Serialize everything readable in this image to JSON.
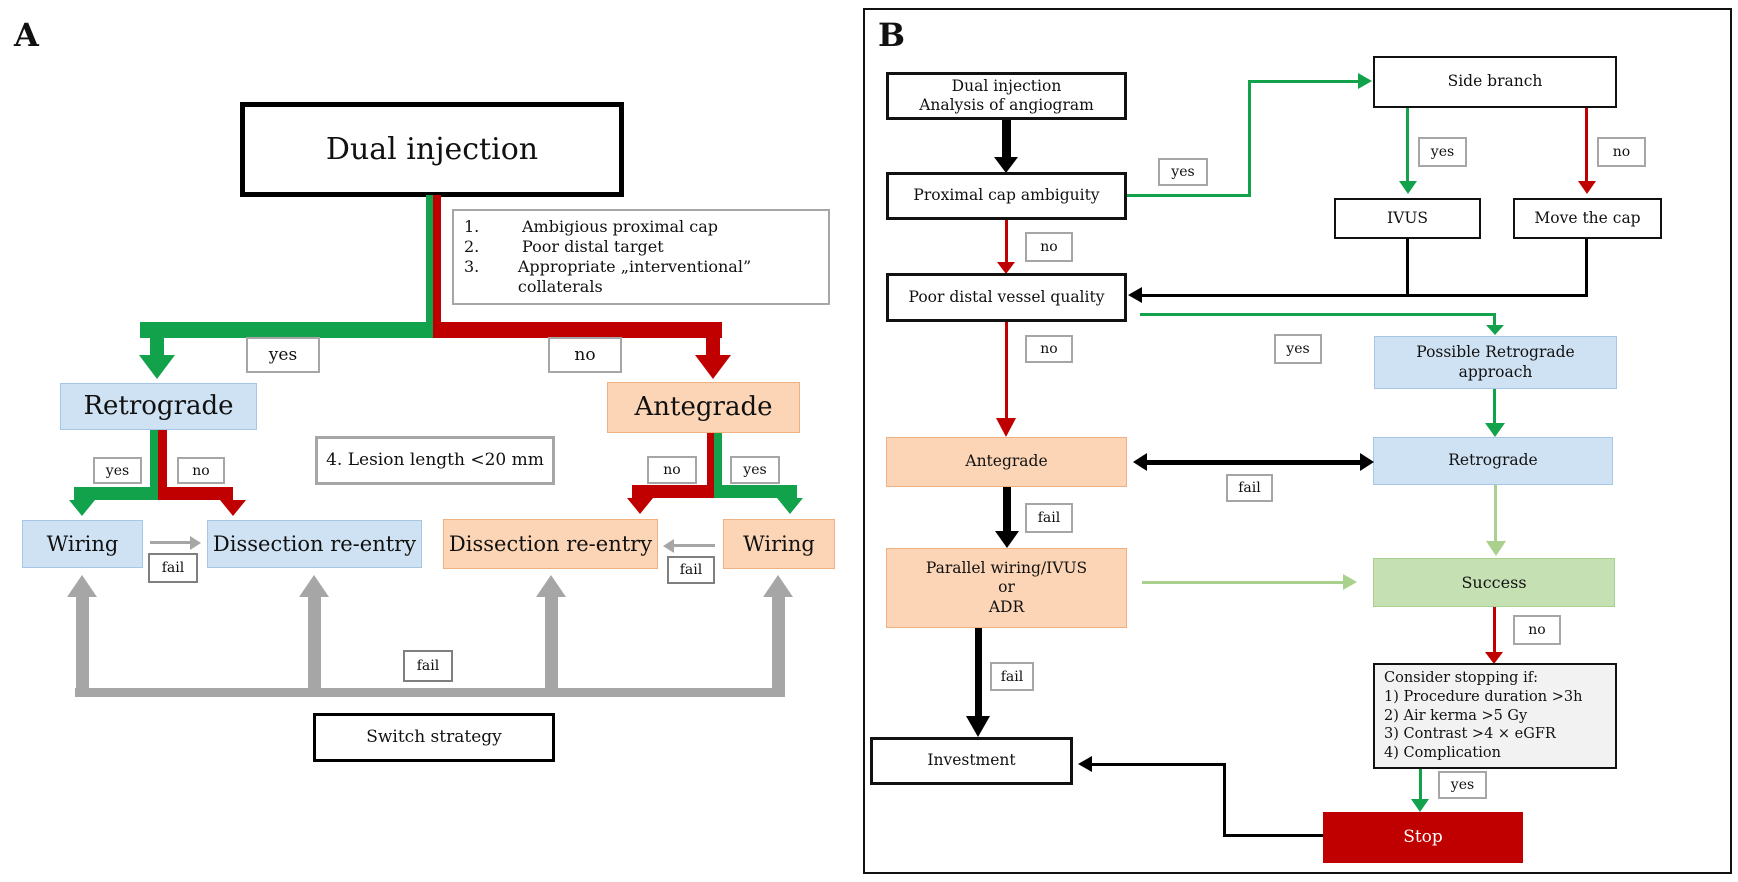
{
  "labels": {
    "yes": "yes",
    "no": "no",
    "fail": "fail"
  },
  "colors": {
    "green": "#12a24b",
    "red": "#c00000",
    "light-green": "#a9d18d",
    "gray": "#a6a6a6",
    "blue-fill": "#cfe2f3",
    "blue-border": "#a7c6e5",
    "orange-fill": "#fbd5b5",
    "orange-border": "#efb183",
    "success-fill": "#c5e0b3",
    "success-border": "#a9d18d",
    "stop-red": "#c00000",
    "note-bg": "#f2f2f2"
  },
  "panel_a": {
    "label": "A",
    "dual_injection": "Dual injection",
    "criteria": [
      {
        "n": "1.",
        "t": "Ambigious proximal cap"
      },
      {
        "n": "2.",
        "t": "Poor distal target"
      },
      {
        "n": "3.",
        "t": "Appropriate „interventional” collaterals"
      }
    ],
    "lesion": "4. Lesion length <20 mm",
    "retrograde": "Retrograde",
    "antegrade": "Antegrade",
    "wiring_left": "Wiring",
    "dissection_left": "Dissection re-entry",
    "dissection_right": "Dissection re-entry",
    "wiring_right": "Wiring",
    "switch_strategy": "Switch strategy"
  },
  "panel_b": {
    "label": "B",
    "dual_l1": "Dual injection",
    "dual_l2": "Analysis of angiogram",
    "proximal_cap": "Proximal cap ambiguity",
    "side_branch": "Side branch",
    "ivus": "IVUS",
    "move_cap": "Move the cap",
    "poor_distal": "Poor distal vessel quality",
    "possible_retro_l1": "Possible Retrograde",
    "possible_retro_l2": "approach",
    "antegrade": "Antegrade",
    "retrograde": "Retrograde",
    "parallel_l1": "Parallel wiring/IVUS",
    "parallel_l2": "or",
    "parallel_l3": "ADR",
    "success": "Success",
    "consider_title": "Consider stopping if:",
    "consider_items": [
      "1) Procedure duration >3h",
      "2) Air kerma >5 Gy",
      "3) Contrast >4 × eGFR",
      "4) Complication"
    ],
    "investment": "Investment",
    "stop": "Stop"
  }
}
